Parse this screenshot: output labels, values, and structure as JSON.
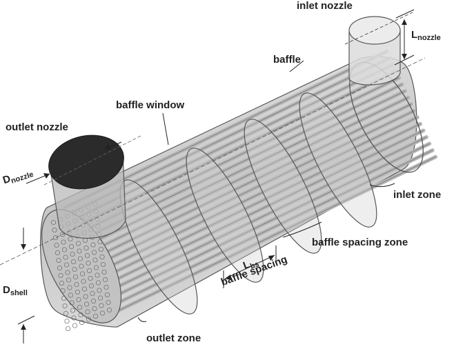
{
  "labels": {
    "inlet_nozzle": "inlet nozzle",
    "baffle": "baffle",
    "baffle_window": "baffle window",
    "outlet_nozzle": "outlet nozzle",
    "inlet_zone": "inlet zone",
    "baffle_spacing_zone": "baffle spacing zone",
    "outlet_zone": "outlet zone",
    "baffle_spacing": "baffle spacing"
  },
  "symbols": {
    "l_nozzle": {
      "base": "L",
      "sub": "nozzle"
    },
    "d_nozzle": {
      "base": "D",
      "sub": "nozzle"
    },
    "d_shell": {
      "base": "D",
      "sub": "shell"
    },
    "l_bs": {
      "base": "L",
      "sub": "bs"
    }
  },
  "colors": {
    "shell": "#c9c9c9",
    "tube": "#b5b5b5",
    "outline": "#555555",
    "outlet_nozzle_fill": "#2b2b2b",
    "inlet_nozzle_fill": "#e6e6e6",
    "text": "#222222"
  }
}
